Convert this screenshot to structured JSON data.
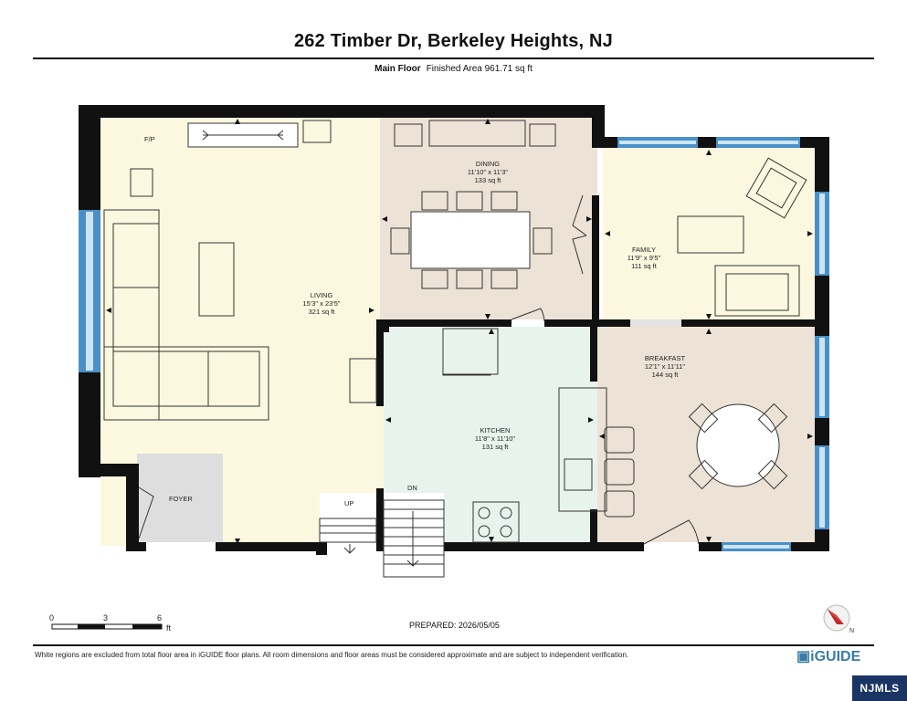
{
  "title": "262 Timber Dr, Berkeley Heights, NJ",
  "floor": {
    "name": "Main Floor",
    "area": "Finished Area 961.71 sq ft"
  },
  "rooms": {
    "living": {
      "name": "LIVING",
      "dims": "15'3\" x 23'5\"",
      "area": "321 sq ft"
    },
    "dining": {
      "name": "DINING",
      "dims": "11'10\" x 11'3\"",
      "area": "133 sq ft"
    },
    "family": {
      "name": "FAMILY",
      "dims": "11'9\" x 9'5\"",
      "area": "111 sq ft"
    },
    "kitchen": {
      "name": "KITCHEN",
      "dims": "11'8\" x 11'10\"",
      "area": "131 sq ft"
    },
    "breakfast": {
      "name": "BREAKFAST",
      "dims": "12'1\" x 11'11\"",
      "area": "144 sq ft"
    },
    "foyer": {
      "name": "FOYER"
    }
  },
  "labels": {
    "fireplace": "F/P",
    "up": "UP",
    "down": "DN"
  },
  "scale": {
    "ticks": [
      "0",
      "3",
      "6"
    ],
    "unit": "ft"
  },
  "prepared": "PREPARED: 2026/05/05",
  "disclaimer": "White regions are excluded from total floor area in iGUIDE floor plans. All room dimensions and floor areas must be considered approximate and are subject to independent verification.",
  "brand": "iGUIDE",
  "watermark": "NJMLS",
  "colors": {
    "living": "#fbf8df",
    "dining": "#ece3d6",
    "family": "#fbf8df",
    "kitchen": "#e8f3ee",
    "breakfast": "#ece3d6",
    "foyer": "#dedede",
    "wall": "#111111",
    "window": "#4a90c8"
  },
  "compass": {
    "label": "N"
  }
}
